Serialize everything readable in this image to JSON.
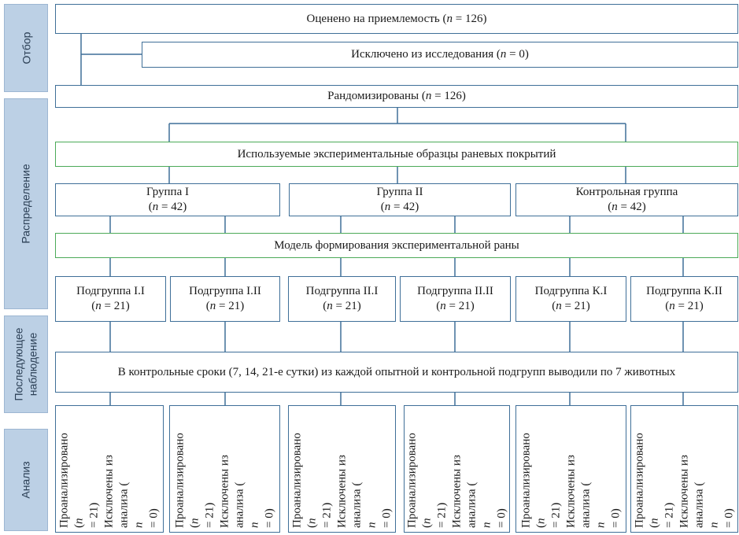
{
  "stages": {
    "selection": "Отбор",
    "allocation": "Распределение",
    "followup_line1": "Последующее",
    "followup_line2": "наблюдение",
    "analysis": "Анализ"
  },
  "assessed": {
    "label": "Оценено на приемлемость (",
    "n": "n",
    "value": " = 126)"
  },
  "excluded": {
    "label": "Исключено из исследования (",
    "n": "n",
    "value": " = 0)"
  },
  "randomized": {
    "label": "Рандомизированы (",
    "n": "n",
    "value": " = 126)"
  },
  "samples_text": "Используемые экспериментальные образцы раневых покрытий",
  "groups": [
    {
      "name": "Группа I",
      "n": "n",
      "value": " = 42)"
    },
    {
      "name": "Группа II",
      "n": "n",
      "value": " = 42)"
    },
    {
      "name": "Контрольная группа",
      "n": "n",
      "value": " = 42)"
    }
  ],
  "model_text": "Модель формирования экспериментальной раны",
  "subgroups": [
    {
      "name": "Подгруппа I.I",
      "n": "n",
      "value": " = 21)"
    },
    {
      "name": "Подгруппа I.II",
      "n": "n",
      "value": " = 21)"
    },
    {
      "name": "Подгруппа II.I",
      "n": "n",
      "value": " = 21)"
    },
    {
      "name": "Подгруппа II.II",
      "n": "n",
      "value": " = 21)"
    },
    {
      "name": "Подгруппа К.I",
      "n": "n",
      "value": " = 21)"
    },
    {
      "name": "Подгруппа К.II",
      "n": "n",
      "value": " = 21)"
    }
  ],
  "followup_text": "В контрольные сроки (7, 14, 21-е сутки) из каждой опытной и контрольной подгрупп выводили по 7 животных",
  "analysis": {
    "line1": "Проанализировано",
    "n": "n",
    "line2_value": " = 21)",
    "line3": "Исключены из",
    "line4_label": "анализа (",
    "line4_value": " = 0)"
  },
  "colors": {
    "box_border": "#3f6f98",
    "green_border": "#4caa58",
    "stage_fill": "#bcd0e5"
  }
}
